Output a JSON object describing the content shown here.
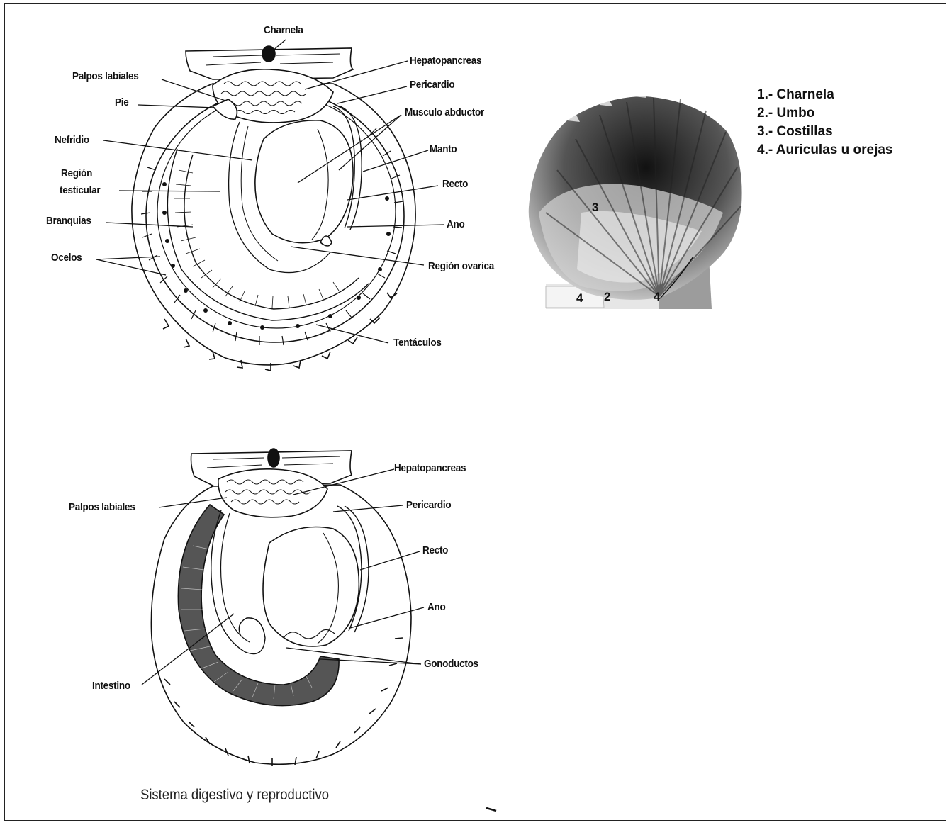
{
  "diagram_top": {
    "labels": {
      "charnela": "Charnela",
      "hepatopancreas": "Hepatopancreas",
      "palpos": "Palpos labiales",
      "pericardio": "Pericardio",
      "pie": "Pie",
      "musculo": "Musculo  abductor",
      "nefridio": "Nefridio",
      "manto": "Manto",
      "region_test_1": "Región",
      "region_test_2": "testicular",
      "recto": "Recto",
      "branquias": "Branquias",
      "ano": "Ano",
      "ocelos": "Ocelos",
      "region_ovarica": "Región ovarica",
      "tentaculos": "Tentáculos"
    }
  },
  "photo": {
    "numbers": {
      "costillas": "3",
      "auricula_left": "4",
      "umbo": "2",
      "auricula_right": "4"
    }
  },
  "legend": [
    "1.- Charnela",
    "2.- Umbo",
    "3.- Costillas",
    "4.- Auriculas u orejas"
  ],
  "diagram_bottom": {
    "labels": {
      "hepatopancreas": "Hepatopancreas",
      "palpos": "Palpos labiales",
      "pericardio": "Pericardio",
      "recto": "Recto",
      "ano": "Ano",
      "gonoductos": "Gonoductos",
      "intestino": "Intestino"
    },
    "caption": "Sistema  digestivo y reproductivo"
  }
}
